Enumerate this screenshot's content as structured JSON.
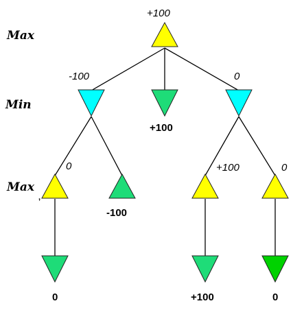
{
  "levels": {
    "max_top": "Max",
    "min": "Min",
    "max_bottom": "Max"
  },
  "values": {
    "root": "+100",
    "min_left": "-100",
    "min_right": "0",
    "terminal_middle": "+100",
    "max_a": "0",
    "max_c": "+100",
    "max_d": "0",
    "terminal_b": "-100",
    "leaf_a": "0",
    "leaf_c": "+100",
    "leaf_d": "0"
  },
  "colors": {
    "max_node": "#ffff00",
    "min_node": "#00ffff",
    "terminal_node": "#1edc78",
    "terminal_node_dark": "#00d200"
  }
}
